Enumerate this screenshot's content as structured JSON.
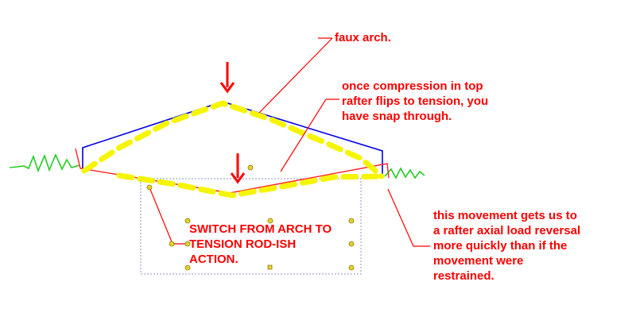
{
  "annotations": {
    "faux_arch": [
      "faux arch."
    ],
    "compression": [
      "once compression in top",
      "rafter flips to tension, you",
      "have snap through."
    ],
    "switch": [
      "SWITCH FROM ARCH TO",
      "TENSION ROD-ISH",
      "ACTION."
    ],
    "movement": [
      "this movement gets us to",
      "a rafter axial load reversal",
      "more quickly than if the",
      "movement were",
      "restrained."
    ]
  },
  "colors": {
    "annotation_text": "#ff0000",
    "structure_line": "#0000dd",
    "deflected_line": "#ff0000",
    "yellow_highlight": "#f5f500",
    "ground_scribble": "#22cc22",
    "selection_box": "#8899cc",
    "handle_fill": "#e8d22a"
  },
  "icons": [
    "down-arrow-icon",
    "down-arrow-icon"
  ]
}
